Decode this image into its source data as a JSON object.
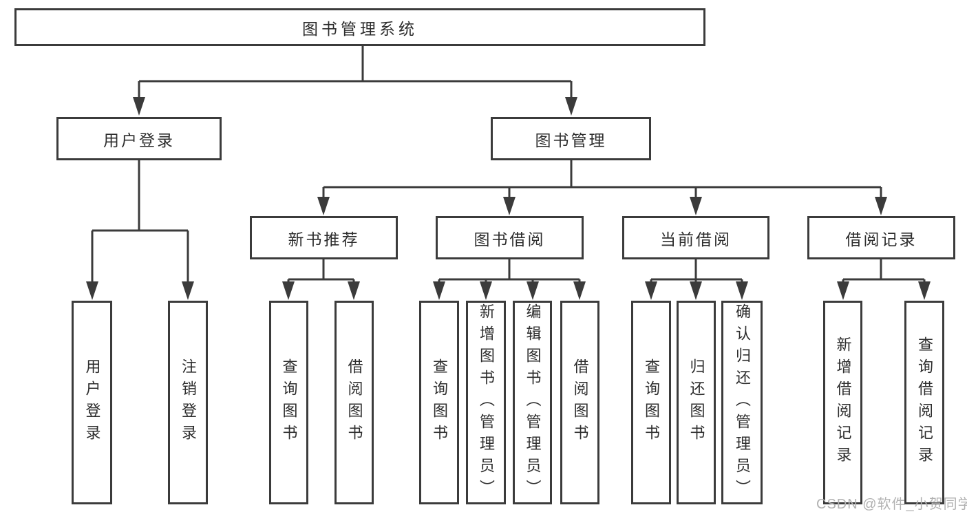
{
  "colors": {
    "background": "#ffffff",
    "line": "#3b3b3b",
    "box_border": "#3b3b3b",
    "text": "#2d2d2d",
    "watermark": "#b2b2b2"
  },
  "watermark": {
    "text": "CSDN @软件_小贺同学"
  },
  "diagram": {
    "root": {
      "label": "图书管理系统"
    },
    "level2": [
      {
        "label": "用户登录"
      },
      {
        "label": "图书管理"
      }
    ],
    "level3": [
      {
        "label": "新书推荐",
        "parent": "图书管理"
      },
      {
        "label": "图书借阅",
        "parent": "图书管理"
      },
      {
        "label": "当前借阅",
        "parent": "图书管理"
      },
      {
        "label": "借阅记录",
        "parent": "图书管理"
      }
    ],
    "leaves": [
      {
        "label": "用户登录",
        "parent": "用户登录"
      },
      {
        "label": "注销登录",
        "parent": "用户登录"
      },
      {
        "label": "查询图书",
        "parent": "新书推荐"
      },
      {
        "label": "借阅图书",
        "parent": "新书推荐"
      },
      {
        "label": "查询图书",
        "parent": "图书借阅"
      },
      {
        "label": "新增图书（管理员）",
        "parent": "图书借阅"
      },
      {
        "label": "编辑图书（管理员）",
        "parent": "图书借阅"
      },
      {
        "label": "借阅图书",
        "parent": "图书借阅"
      },
      {
        "label": "查询图书",
        "parent": "当前借阅"
      },
      {
        "label": "归还图书",
        "parent": "当前借阅"
      },
      {
        "label": "确认归还（管理员）",
        "parent": "当前借阅"
      },
      {
        "label": "新增借阅记录",
        "parent": "借阅记录"
      },
      {
        "label": "查询借阅记录",
        "parent": "借阅记录"
      }
    ]
  }
}
